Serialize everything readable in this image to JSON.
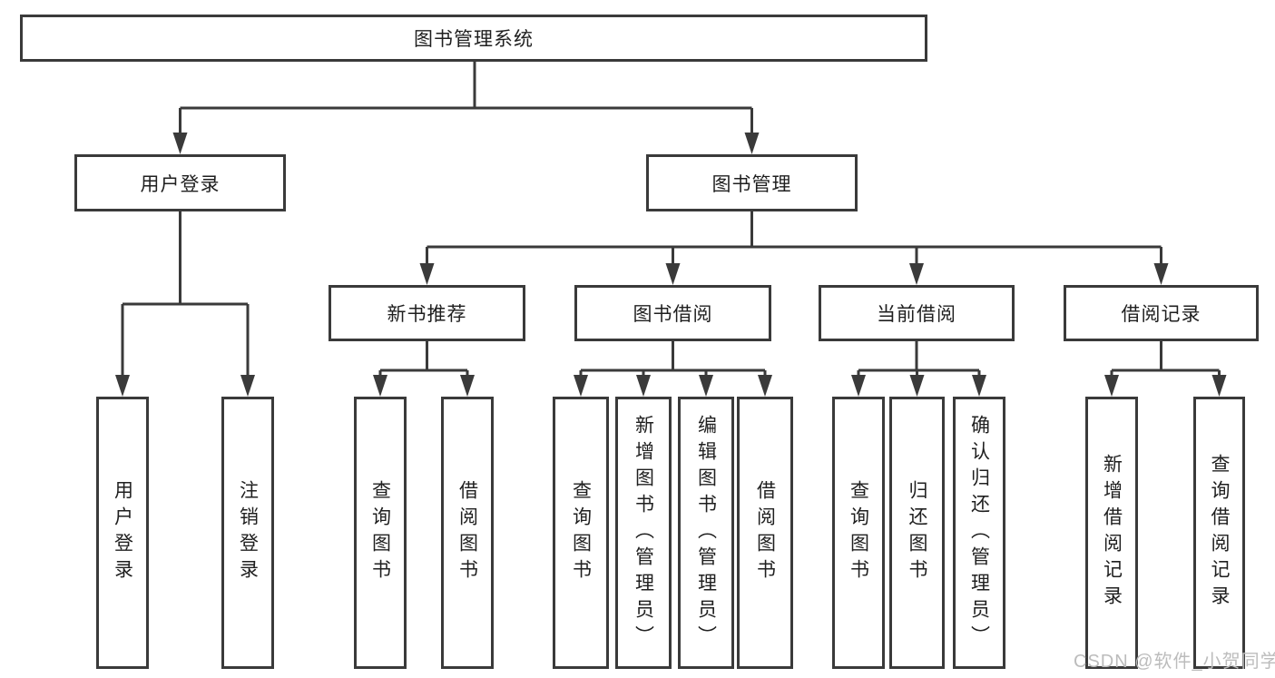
{
  "nodes": {
    "root": "图书管理系统",
    "user_login": "用户登录",
    "book_mgmt": "图书管理",
    "new_book_rec": "新书推荐",
    "book_borrow": "图书借阅",
    "current_borrow": "当前借阅",
    "borrow_record": "借阅记录",
    "leaf_user_login": "用户登录",
    "leaf_logout": "注销登录",
    "leaf_rec_query_book": "查询图书",
    "leaf_rec_borrow_book": "借阅图书",
    "leaf_bb_query_book": "查询图书",
    "leaf_bb_add_book_admin": "新增图书（管理员）",
    "leaf_bb_edit_book_admin": "编辑图书（管理员）",
    "leaf_bb_borrow_book": "借阅图书",
    "leaf_cb_query_book": "查询图书",
    "leaf_cb_return_book": "归还图书",
    "leaf_cb_confirm_return_admin": "确认归还（管理员）",
    "leaf_br_add_record": "新增借阅记录",
    "leaf_br_query_record": "查询借阅记录"
  },
  "watermark": "CSDN @软件_小贺同学",
  "colors": {
    "line": "#3a3a3a",
    "text": "#1f1f1f",
    "watermark": "#bcbcbc",
    "background": "#ffffff"
  }
}
